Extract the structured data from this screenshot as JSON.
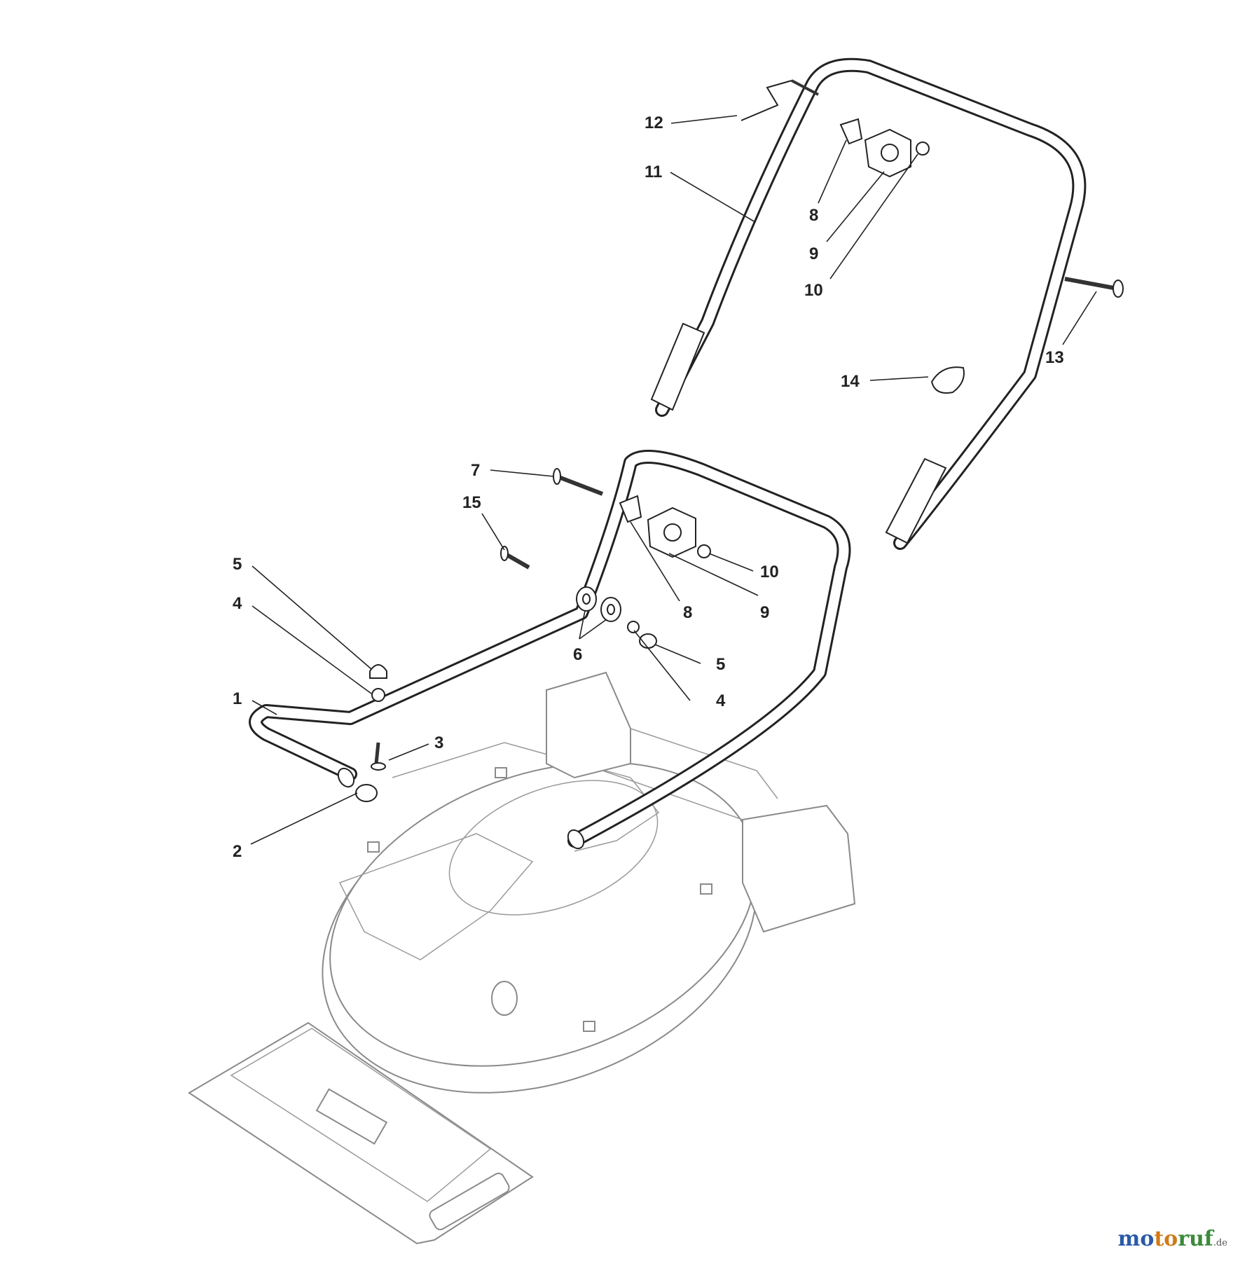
{
  "labels": [
    {
      "id": "1",
      "text": "1"
    },
    {
      "id": "2",
      "text": "2"
    },
    {
      "id": "3",
      "text": "3"
    },
    {
      "id": "4a",
      "text": "4"
    },
    {
      "id": "4b",
      "text": "4"
    },
    {
      "id": "5a",
      "text": "5"
    },
    {
      "id": "5b",
      "text": "5"
    },
    {
      "id": "6",
      "text": "6"
    },
    {
      "id": "7",
      "text": "7"
    },
    {
      "id": "8a",
      "text": "8"
    },
    {
      "id": "8b",
      "text": "8"
    },
    {
      "id": "9a",
      "text": "9"
    },
    {
      "id": "9b",
      "text": "9"
    },
    {
      "id": "10a",
      "text": "10"
    },
    {
      "id": "10b",
      "text": "10"
    },
    {
      "id": "11",
      "text": "11"
    },
    {
      "id": "12",
      "text": "12"
    },
    {
      "id": "13",
      "text": "13"
    },
    {
      "id": "14",
      "text": "14"
    },
    {
      "id": "15",
      "text": "15"
    }
  ],
  "watermark": {
    "part1": "mo",
    "part2": "to",
    "part3": "ruf",
    "tld": ".de"
  },
  "colors": {
    "line": "#222222",
    "deck": "#8a8a8a",
    "brand_blue": "#2a5aa8",
    "brand_orange": "#d07a1a",
    "brand_green": "#3a8a3a"
  }
}
